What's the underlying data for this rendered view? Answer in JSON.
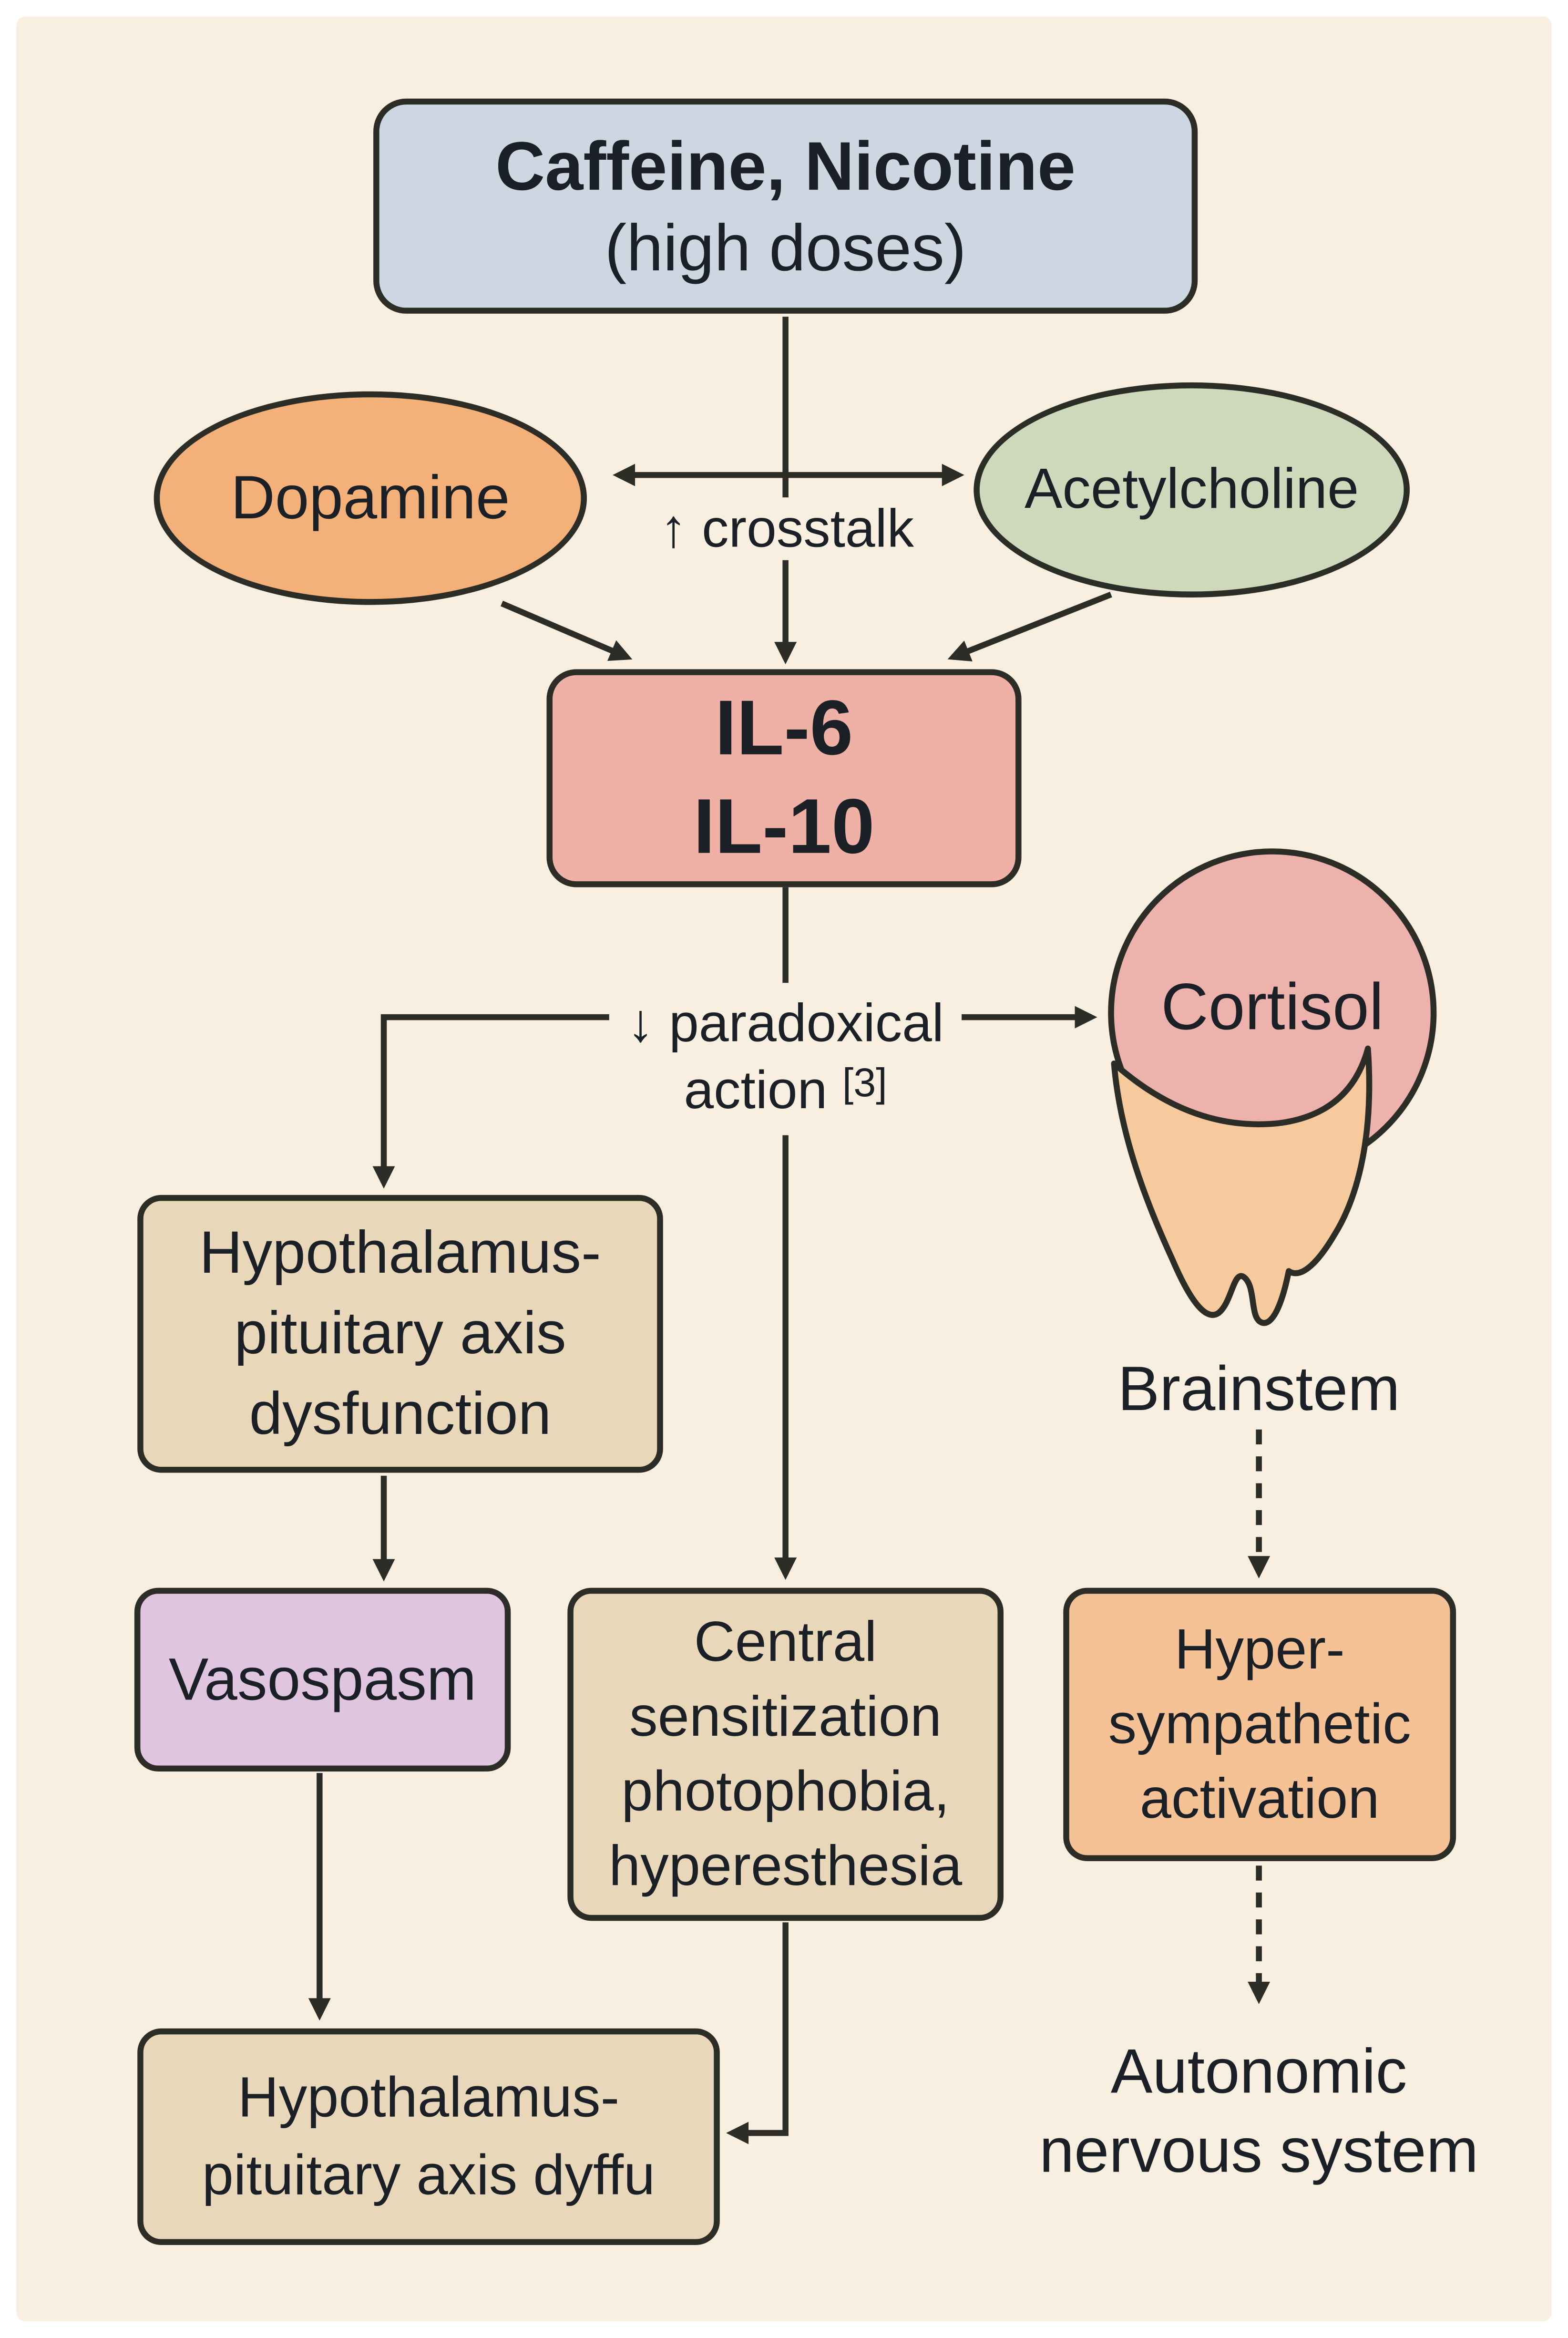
{
  "diagram": {
    "nodes": {
      "caffeine": {
        "line1": "Caffeine, Nicotine",
        "line2": "(high doses)"
      },
      "dopamine": {
        "label": "Dopamine"
      },
      "acetylcholine": {
        "label": "Acetylcholine"
      },
      "crosstalk": {
        "label": "↑ crosstalk"
      },
      "interleukins": {
        "line1": "IL-6",
        "line2": "IL-10"
      },
      "paradoxical": {
        "line1": "↓ paradoxical",
        "line2": "action",
        "ref": "[3]"
      },
      "cortisol": {
        "label": "Cortisol"
      },
      "brainstem": {
        "label": "Brainstem"
      },
      "hpa_dysfunction": {
        "lines": [
          "Hypothalamus-",
          "pituitary axis",
          "dysfunction"
        ]
      },
      "vasospasm": {
        "label": "Vasospasm"
      },
      "central_sensitization": {
        "lines": [
          "Central",
          "sensitization",
          "photophobia,",
          "hyperesthesia"
        ]
      },
      "hyper_sympathetic": {
        "lines": [
          "Hyper-",
          "sympathetic",
          "activation"
        ]
      },
      "hpa_bottom": {
        "lines": [
          "Hypothalamus-",
          "pituitary axis dyffu"
        ]
      },
      "autonomic": {
        "lines": [
          "Autonomic",
          "nervous system"
        ]
      }
    },
    "colors": {
      "background": "#f8efe1",
      "caffeine_fill": "#cdd7e1",
      "dopamine_fill": "#f3b078",
      "acetylcholine_fill": "#ced8bb",
      "interleukin_fill": "#efb0a6",
      "cortisol_fill": "#ecb2ab",
      "drip_fill": "#f6ca9c",
      "tan_fill": "#e9d7ba",
      "vasospasm_fill": "#dfc5df",
      "hyper_fill": "#f5c296",
      "stroke": "#2d2d28",
      "text": "#1b2026"
    }
  }
}
